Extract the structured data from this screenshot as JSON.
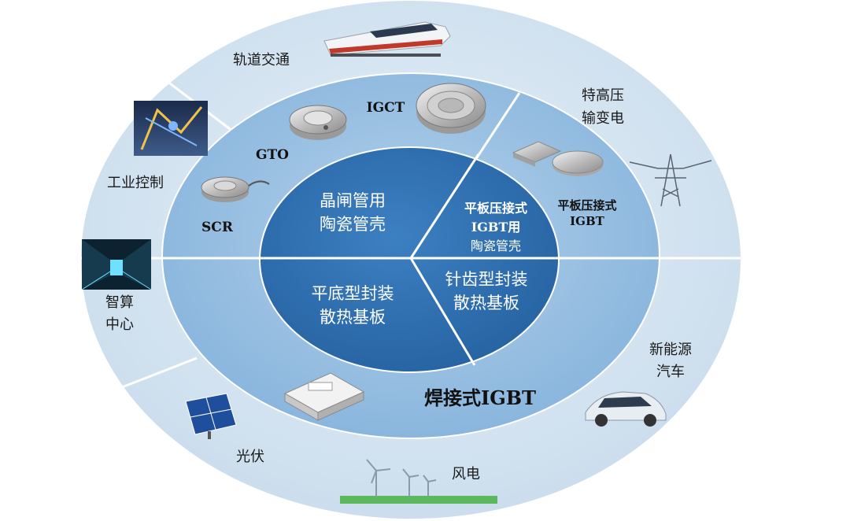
{
  "applications": {
    "rail": "轨道交通",
    "uhv_line1": "特高压",
    "uhv_line2": "输变电",
    "industrial": "工业控制",
    "computing_line1": "智算",
    "computing_line2": "中心",
    "nev_line1": "新能源",
    "nev_line2": "汽车",
    "pv": "光伏",
    "wind": "风电"
  },
  "devices": {
    "igct": "IGCT",
    "gto": "GTO",
    "scr": "SCR",
    "press_igbt_line1": "平板压接式",
    "press_igbt_line2": "IGBT",
    "welded_igbt": "焊接式IGBT"
  },
  "core": {
    "thyristor_line1": "晶闸管用",
    "thyristor_line2": "陶瓷管壳",
    "press_line1": "平板压接式",
    "press_line2": "IGBT用",
    "press_line3": "陶瓷管壳",
    "flat_line1": "平底型封装",
    "flat_line2": "散热基板",
    "pin_line1": "针齿型封装",
    "pin_line2": "散热基板"
  },
  "colors": {
    "outer_ring": "#d6e6f2",
    "middle_ring": "#9cc2e3",
    "inner_core": "#2f6eb0",
    "divider": "#ffffff"
  }
}
